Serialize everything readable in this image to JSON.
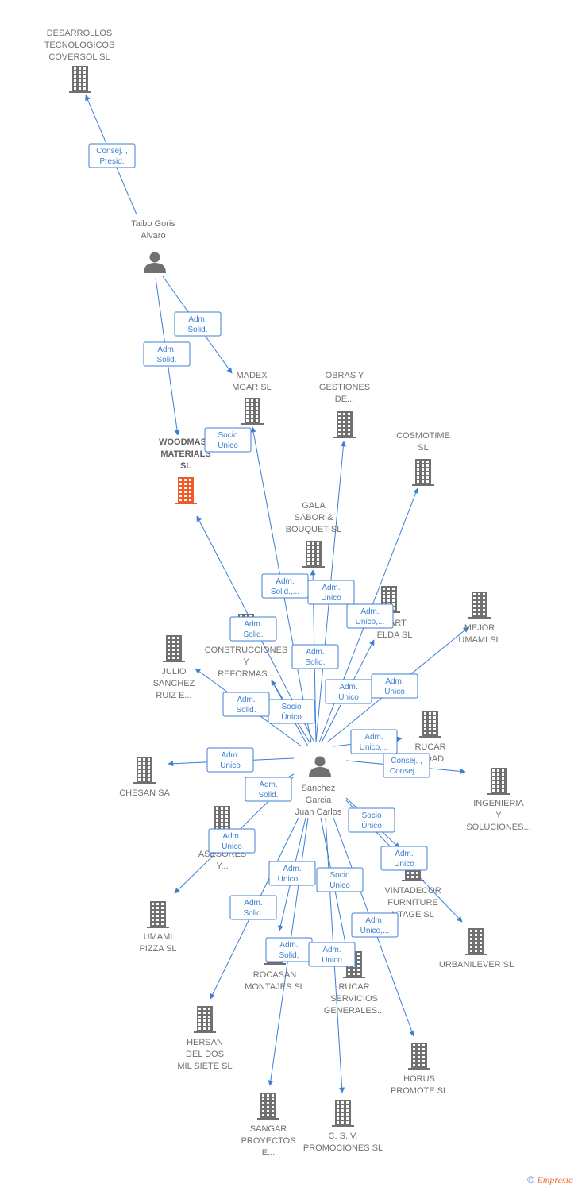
{
  "colors": {
    "edge": "#3b7fd4",
    "company": "#707070",
    "highlight": "#f05a28",
    "person": "#707070"
  },
  "nodes": [
    {
      "id": "desarrollos",
      "kind": "company",
      "label": [
        "DESARROLLOS",
        "TECNOLOGICOS",
        "COVERSOL SL"
      ]
    },
    {
      "id": "taibo",
      "kind": "person",
      "label": [
        "Taibo Goris",
        "Alvaro"
      ]
    },
    {
      "id": "woodmasa",
      "kind": "company-main",
      "label": [
        "WOODMASA",
        "MATERIALS",
        "SL"
      ]
    },
    {
      "id": "madex",
      "kind": "company",
      "label": [
        "MADEX",
        "MGAR  SL"
      ]
    },
    {
      "id": "obras",
      "kind": "company",
      "label": [
        "OBRAS Y",
        "GESTIONES",
        "DE..."
      ]
    },
    {
      "id": "cosmotime",
      "kind": "company",
      "label": [
        "COSMOTIME",
        "SL"
      ]
    },
    {
      "id": "gala",
      "kind": "company",
      "label": [
        "GALA",
        "SABOR &",
        "BOUQUET SL"
      ]
    },
    {
      "id": "mejor",
      "kind": "company",
      "label": [
        "MEJOR",
        "UMAMI  SL"
      ]
    },
    {
      "id": "nart",
      "kind": "company",
      "label": [
        "NART",
        "ELDA  SL"
      ]
    },
    {
      "id": "construcciones",
      "kind": "company",
      "label": [
        "CONSTRUCCIONES",
        "Y",
        "REFORMAS..."
      ]
    },
    {
      "id": "julio",
      "kind": "company",
      "label": [
        "JULIO",
        "SANCHEZ",
        "RUIZ E..."
      ]
    },
    {
      "id": "rucar_sec",
      "kind": "company",
      "label": [
        "RUCAR",
        "RIDAD",
        "L"
      ]
    },
    {
      "id": "chesan",
      "kind": "company",
      "label": [
        "CHESAN SA"
      ]
    },
    {
      "id": "sanchez",
      "kind": "person",
      "label": [
        "Sanchez",
        "Garcia",
        "Juan Carlos"
      ]
    },
    {
      "id": "ingenieria",
      "kind": "company",
      "label": [
        "INGENIERIA",
        "Y",
        "SOLUCIONES..."
      ]
    },
    {
      "id": "san_ases",
      "kind": "company",
      "label": [
        "SAN",
        "ASESORES",
        "Y..."
      ]
    },
    {
      "id": "vintadecor",
      "kind": "company",
      "label": [
        "VINTADECOR",
        "FURNITURE",
        "NTAGE  SL"
      ]
    },
    {
      "id": "umami_pizza",
      "kind": "company",
      "label": [
        "UMAMI",
        "PIZZA  SL"
      ]
    },
    {
      "id": "urbanilever",
      "kind": "company",
      "label": [
        "URBANILEVER SL"
      ]
    },
    {
      "id": "rocasan",
      "kind": "company",
      "label": [
        "ROCASAN",
        "MONTAJES  SL"
      ]
    },
    {
      "id": "rucar_serv",
      "kind": "company",
      "label": [
        "RUCAR",
        "SERVICIOS",
        "GENERALES..."
      ]
    },
    {
      "id": "hersan",
      "kind": "company",
      "label": [
        "HERSAN",
        "DEL DOS",
        "MIL SIETE SL"
      ]
    },
    {
      "id": "horus",
      "kind": "company",
      "label": [
        "HORUS",
        "PROMOTE  SL"
      ]
    },
    {
      "id": "sangar",
      "kind": "company",
      "label": [
        "SANGAR",
        "PROYECTOS",
        "E..."
      ]
    },
    {
      "id": "csv",
      "kind": "company",
      "label": [
        "C.  S.  V.",
        "PROMOCIONES SL"
      ]
    }
  ],
  "edges": [
    {
      "from": "taibo",
      "to": "desarrollos",
      "label": [
        "Consej. ,",
        "Presid."
      ]
    },
    {
      "from": "taibo",
      "to": "madex",
      "label": [
        "Adm.",
        "Solid."
      ]
    },
    {
      "from": "taibo",
      "to": "woodmasa",
      "label": [
        "Adm.",
        "Solid."
      ]
    },
    {
      "from": "sanchez",
      "to": "madex",
      "label": [
        "Socio",
        "Único"
      ]
    },
    {
      "from": "sanchez",
      "to": "obras",
      "label": [
        "Adm.",
        "Unico"
      ]
    },
    {
      "from": "sanchez",
      "to": "gala",
      "label": [
        "Adm.",
        "Solid.,..."
      ]
    },
    {
      "from": "sanchez",
      "to": "cosmotime",
      "label": [
        "Adm.",
        "Unico,..."
      ]
    },
    {
      "from": "sanchez",
      "to": "woodmasa",
      "label": [
        "Adm.",
        "Solid."
      ]
    },
    {
      "from": "sanchez",
      "to": "nart",
      "label": [
        "Adm.",
        "Unico"
      ]
    },
    {
      "from": "sanchez",
      "to": "mejor",
      "label": [
        "Adm.",
        "Unico"
      ]
    },
    {
      "from": "sanchez",
      "to": "construcciones",
      "label": [
        "Adm.",
        "Solid."
      ]
    },
    {
      "from": "sanchez",
      "to": "construcciones",
      "label": [
        "Socio",
        "Único"
      ]
    },
    {
      "from": "sanchez",
      "to": "julio",
      "label": [
        "Adm.",
        "Solid."
      ]
    },
    {
      "from": "sanchez",
      "to": "rucar_sec",
      "label": [
        "Adm.",
        "Unico,..."
      ]
    },
    {
      "from": "sanchez",
      "to": "ingenieria",
      "label": [
        "Consej. ,",
        "Consej...."
      ]
    },
    {
      "from": "sanchez",
      "to": "chesan",
      "label": [
        "Adm.",
        "Unico"
      ]
    },
    {
      "from": "sanchez",
      "to": "san_ases",
      "label": [
        "Adm.",
        "Solid."
      ]
    },
    {
      "from": "sanchez",
      "to": "umami_pizza",
      "label": [
        "Adm.",
        "Unico"
      ]
    },
    {
      "from": "sanchez",
      "to": "vintadecor",
      "label": [
        "Socio",
        "Único"
      ]
    },
    {
      "from": "sanchez",
      "to": "urbanilever",
      "label": [
        "Adm.",
        "Unico"
      ]
    },
    {
      "from": "sanchez",
      "to": "rocasan",
      "label": [
        "Adm.",
        "Unico,..."
      ]
    },
    {
      "from": "sanchez",
      "to": "hersan",
      "label": [
        "Adm.",
        "Solid."
      ]
    },
    {
      "from": "sanchez",
      "to": "rucar_serv",
      "label": [
        "Socio",
        "Único"
      ]
    },
    {
      "from": "sanchez",
      "to": "horus",
      "label": [
        "Adm.",
        "Unico,..."
      ]
    },
    {
      "from": "sanchez",
      "to": "sangar",
      "label": [
        "Adm.",
        "Solid."
      ]
    },
    {
      "from": "sanchez",
      "to": "csv",
      "label": [
        "Adm.",
        "Unico"
      ]
    }
  ],
  "footer": {
    "copyright": "©",
    "brand": "Empresia"
  }
}
